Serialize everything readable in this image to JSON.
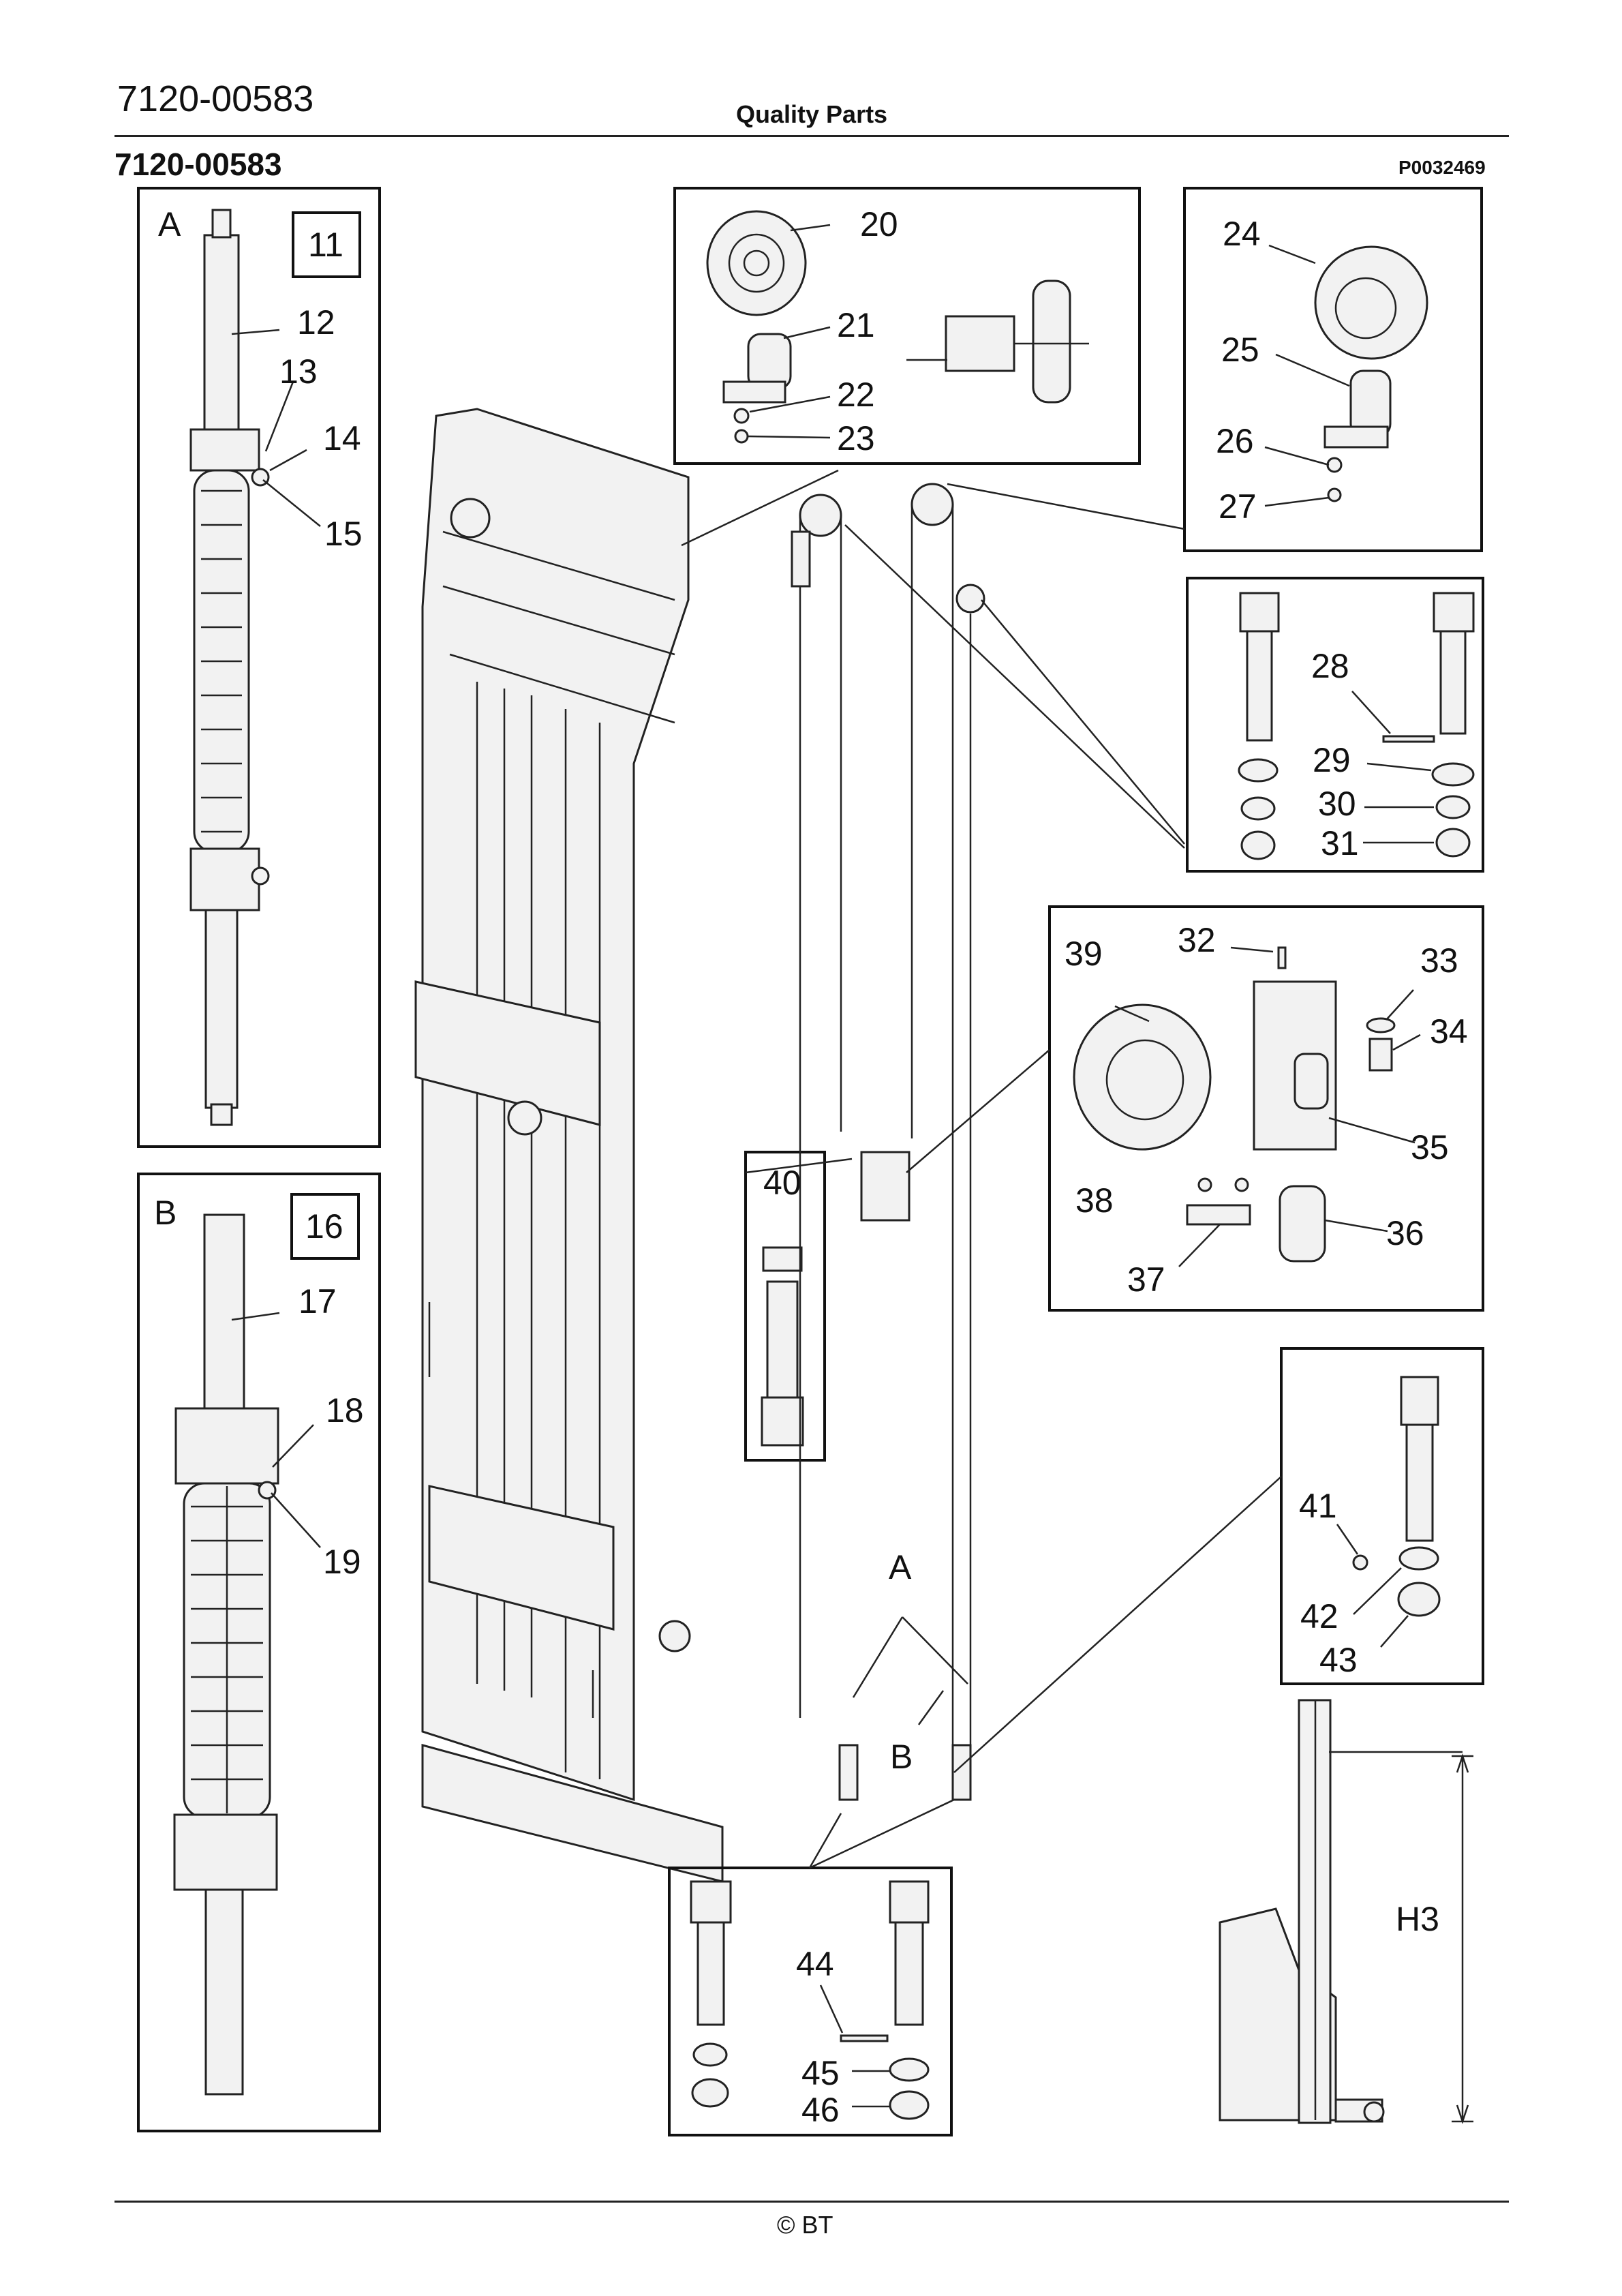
{
  "header": {
    "doc_number": "7120-00583",
    "brand": "Quality Parts",
    "doc_number_bold": "7120-00583",
    "picture_number": "P0032469"
  },
  "footer": {
    "copyright": "© BT"
  },
  "callouts": {
    "A_top": "A",
    "n11": "11",
    "n12": "12",
    "n13": "13",
    "n14": "14",
    "n15": "15",
    "B_top": "B",
    "n16": "16",
    "n17": "17",
    "n18": "18",
    "n19": "19",
    "n20": "20",
    "n21": "21",
    "n22": "22",
    "n23": "23",
    "n24": "24",
    "n25": "25",
    "n26": "26",
    "n27": "27",
    "n28": "28",
    "n29": "29",
    "n30": "30",
    "n31": "31",
    "n32": "32",
    "n33": "33",
    "n34": "34",
    "n35": "35",
    "n36": "36",
    "n37": "37",
    "n38": "38",
    "n39": "39",
    "n40": "40",
    "n41": "41",
    "n42": "42",
    "n43": "43",
    "n44": "44",
    "n45": "45",
    "n46": "46",
    "A_mid": "A",
    "B_mid": "B",
    "H3": "H3"
  }
}
